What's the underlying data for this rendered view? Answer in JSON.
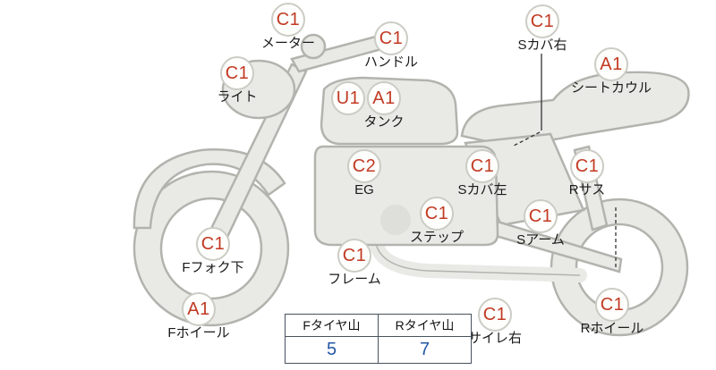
{
  "colors": {
    "grade_color": "#c23a22",
    "value_color": "#2457a5",
    "bike_fill": "#e9e9e6",
    "bike_stroke": "#b3b3ae",
    "table_border": "#47525e"
  },
  "markers": [
    {
      "grade": "C1",
      "label": "メーター"
    },
    {
      "grade": "C1",
      "label": "ハンドル"
    },
    {
      "grade": "C1",
      "label": "Sカバ右"
    },
    {
      "grade": "C1",
      "label": "ライト"
    },
    {
      "grade": "A1",
      "label": "シートカウル"
    },
    {
      "grade": "U1",
      "label": ""
    },
    {
      "grade": "A1",
      "label": "タンク"
    },
    {
      "grade": "C2",
      "label": "EG"
    },
    {
      "grade": "C1",
      "label": "Sカバ左"
    },
    {
      "grade": "C1",
      "label": "Rサス"
    },
    {
      "grade": "C1",
      "label": "ステップ"
    },
    {
      "grade": "C1",
      "label": "Sアーム"
    },
    {
      "grade": "C1",
      "label": "Fフォク下"
    },
    {
      "grade": "C1",
      "label": "フレーム"
    },
    {
      "grade": "A1",
      "label": "Fホイール"
    },
    {
      "grade": "C1",
      "label": "サイレ右"
    },
    {
      "grade": "C1",
      "label": "Rホイール"
    }
  ],
  "tire_table": {
    "headers": [
      "Fタイヤ山",
      "Rタイヤ山"
    ],
    "values": [
      "5",
      "7"
    ]
  }
}
